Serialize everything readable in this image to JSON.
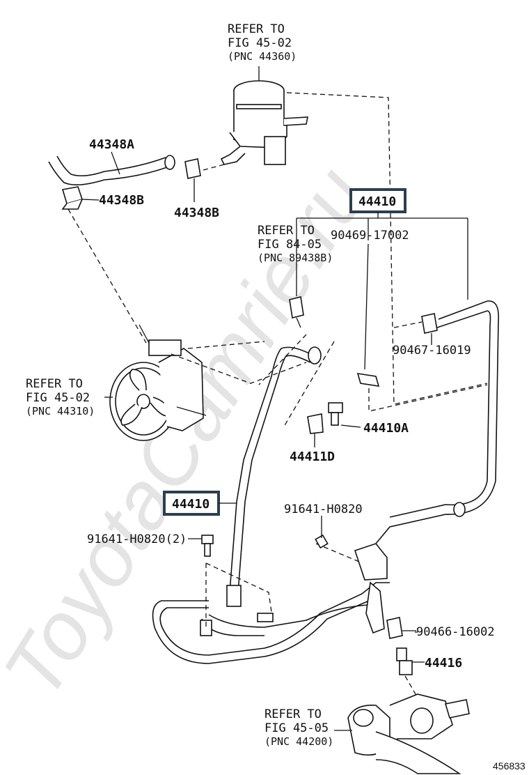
{
  "watermark": "ToyotaCamrie.ru",
  "figure_number": "456833",
  "labels": {
    "reservoir_ref": [
      "REFER TO",
      "FIG 45-02",
      "(PNC 44360)"
    ],
    "pump_ref": [
      "REFER TO",
      "FIG 45-02",
      "(PNC 44310)"
    ],
    "sensor_ref": [
      "REFER TO",
      "FIG 84-05",
      "(PNC 89438B)"
    ],
    "gear_ref": [
      "REFER TO",
      "FIG 45-05",
      "(PNC 44200)"
    ],
    "hose_44348A": "44348A",
    "clamp_44348B_left": "44348B",
    "clamp_44348B_right": "44348B",
    "assy_44410_top": "44410",
    "assy_44410_left": "44410",
    "clip_90469": "90469-17002",
    "clamp_90467": "90467-16019",
    "bolt_44410A": "44410A",
    "clamp_44411D": "44411D",
    "bolt_91641_left": "91641-H0820(2)",
    "bolt_91641_right": "91641-H0820",
    "clamp_90466": "90466-16002",
    "union_44416": "44416"
  }
}
